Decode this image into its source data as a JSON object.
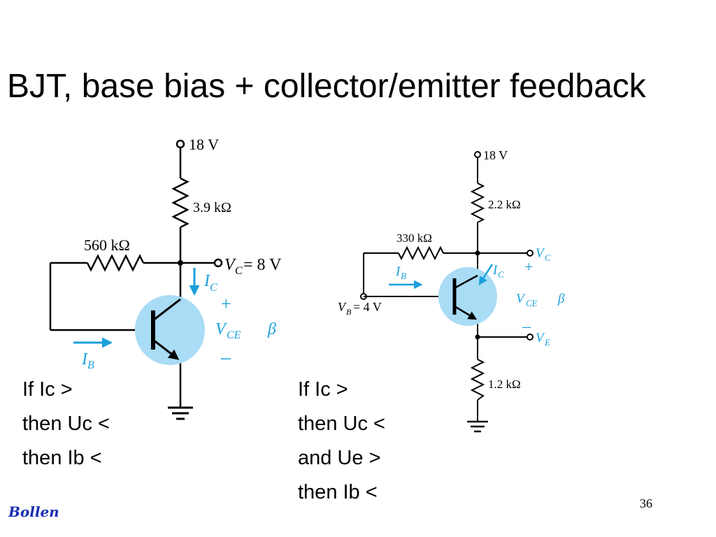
{
  "slide": {
    "title": "BJT, base bias + collector/emitter feedback",
    "page_number": "36",
    "author": "Bollen"
  },
  "circuit_left": {
    "supply": "18 V",
    "collector_resistor": "3.9  kΩ",
    "feedback_resistor": "560 kΩ",
    "vc_label": "C",
    "vc_value": "= 8 V",
    "ic_label": "C",
    "vce_label": "CE",
    "beta": "β",
    "ib_label": "B",
    "plus": "+",
    "minus": "–"
  },
  "circuit_right": {
    "supply": "18 V",
    "collector_resistor": "2.2 kΩ",
    "base_resistor": "330 kΩ",
    "emitter_resistor": "1.2 kΩ",
    "vb_label": "B",
    "vb_value": "= 4 V",
    "vc_label": "C",
    "ve_label": "E",
    "ic_label": "C",
    "ib_label": "B",
    "vce_label": "CE",
    "beta": "β",
    "plus": "+",
    "minus": "–"
  },
  "explanation_left": [
    "If Ic >",
    "then Uc <",
    "then Ib <"
  ],
  "explanation_right": [
    "If Ic >",
    "then Uc <",
    "and Ue >",
    "then Ib <"
  ],
  "colors": {
    "accent": "#1aa0dc",
    "transistor_fill": "#a9dcf5",
    "author": "#1a2fb0"
  }
}
